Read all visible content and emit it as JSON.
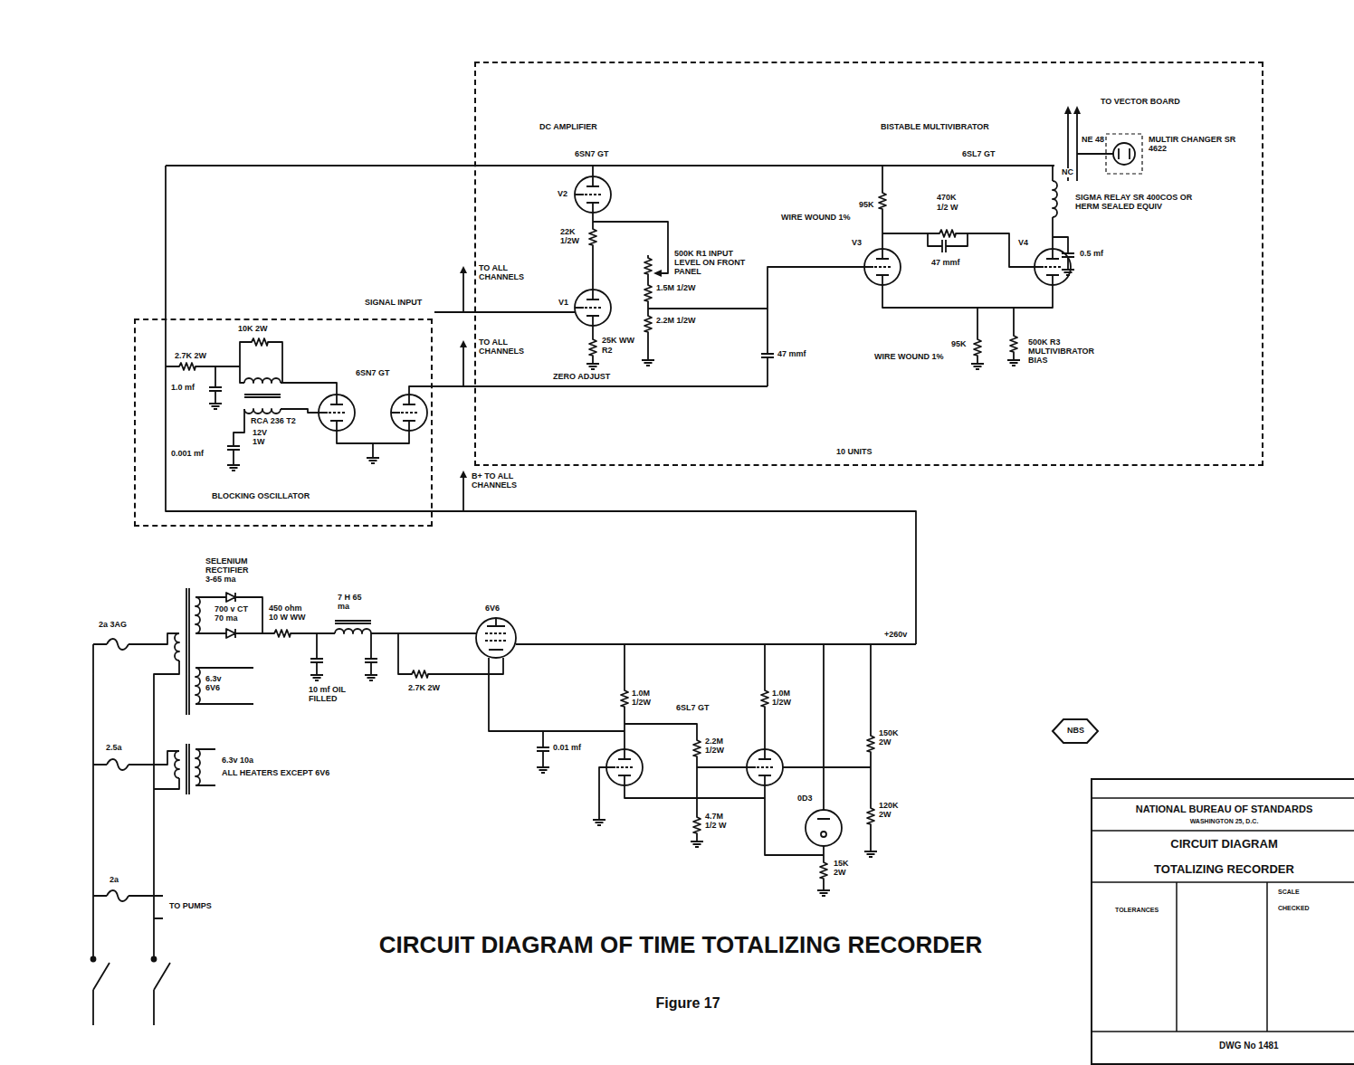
{
  "diagram": {
    "title": "CIRCUIT DIAGRAM OF TIME TOTALIZING RECORDER",
    "caption": "Figure 17",
    "nodes": [
      {
        "text": [
          "10 UNITS"
        ]
      },
      {
        "text": [
          "BLOCKING OSCILLATOR"
        ]
      },
      {
        "text": [
          "NATIONAL BUREAU OF STANDARDS",
          "WASHINGTON 25, D.C.",
          "CIRCUIT DIAGRAM",
          "TOTALIZING RECORDER",
          "TOLERANCES",
          "SCALE",
          "CHECKED",
          "DWG No 1481"
        ]
      }
    ],
    "edges": [
      {
        "from": 1,
        "to": 0,
        "arrow": "none"
      }
    ],
    "labels": [
      "DC AMPLIFIER",
      "6SN7 GT",
      "V2",
      "22K 1/2W",
      "500K R1 INPUT LEVEL ON FRONT PANEL",
      "1.5M 1/2W",
      "2.2M 1/2W",
      "V1",
      "25K WW",
      "R2",
      "ZERO ADJUST",
      "SIGNAL INPUT",
      "TO ALL CHANNELS",
      "TO ALL CHANNELS",
      "47 mmf",
      "BISTABLE MULTIVIBRATOR",
      "6SL7 GT",
      "95K",
      "WIRE WOUND 1%",
      "470K",
      "1/2 W",
      "47 mmf",
      "V3",
      "V4",
      "95K",
      "WIRE WOUND 1%",
      "500K R3 MULTIVIBRATOR BIAS",
      "0.5 mf",
      "NC",
      "SIGMA RELAY SR 400COS OR HERM SEALED EQUIV",
      "TO VECTOR BOARD",
      "NE 48",
      "MULTIR CHANGER SR 4622",
      "10K 2W",
      "2.7K 2W",
      "1.0 mf",
      "RCA 236 T2",
      "12V 1W",
      "0.001 mf",
      "6SN7 GT",
      "B+ TO ALL CHANNELS",
      "SELENIUM RECTIFIER 3-65 ma",
      "2a 3AG",
      "700 v CT 70 ma",
      "6.3v 6V6",
      "450 ohm 10 W WW",
      "7 H 65 ma",
      "10 mf OIL FILLED",
      "6V6",
      "2.7K 2W",
      "+260v",
      "1.0M 1/2W",
      "6SL7 GT",
      "1.0M 1/2W",
      "2.2M 1/2W",
      "0.01 mf",
      "4.7M 1/2 W",
      "150K 2W",
      "120K 2W",
      "0D3",
      "15K 2W",
      "2.5a",
      "6.3v 10a",
      "ALL HEATERS EXCEPT 6V6",
      "2a",
      "TO PUMPS",
      "NBS"
    ]
  }
}
